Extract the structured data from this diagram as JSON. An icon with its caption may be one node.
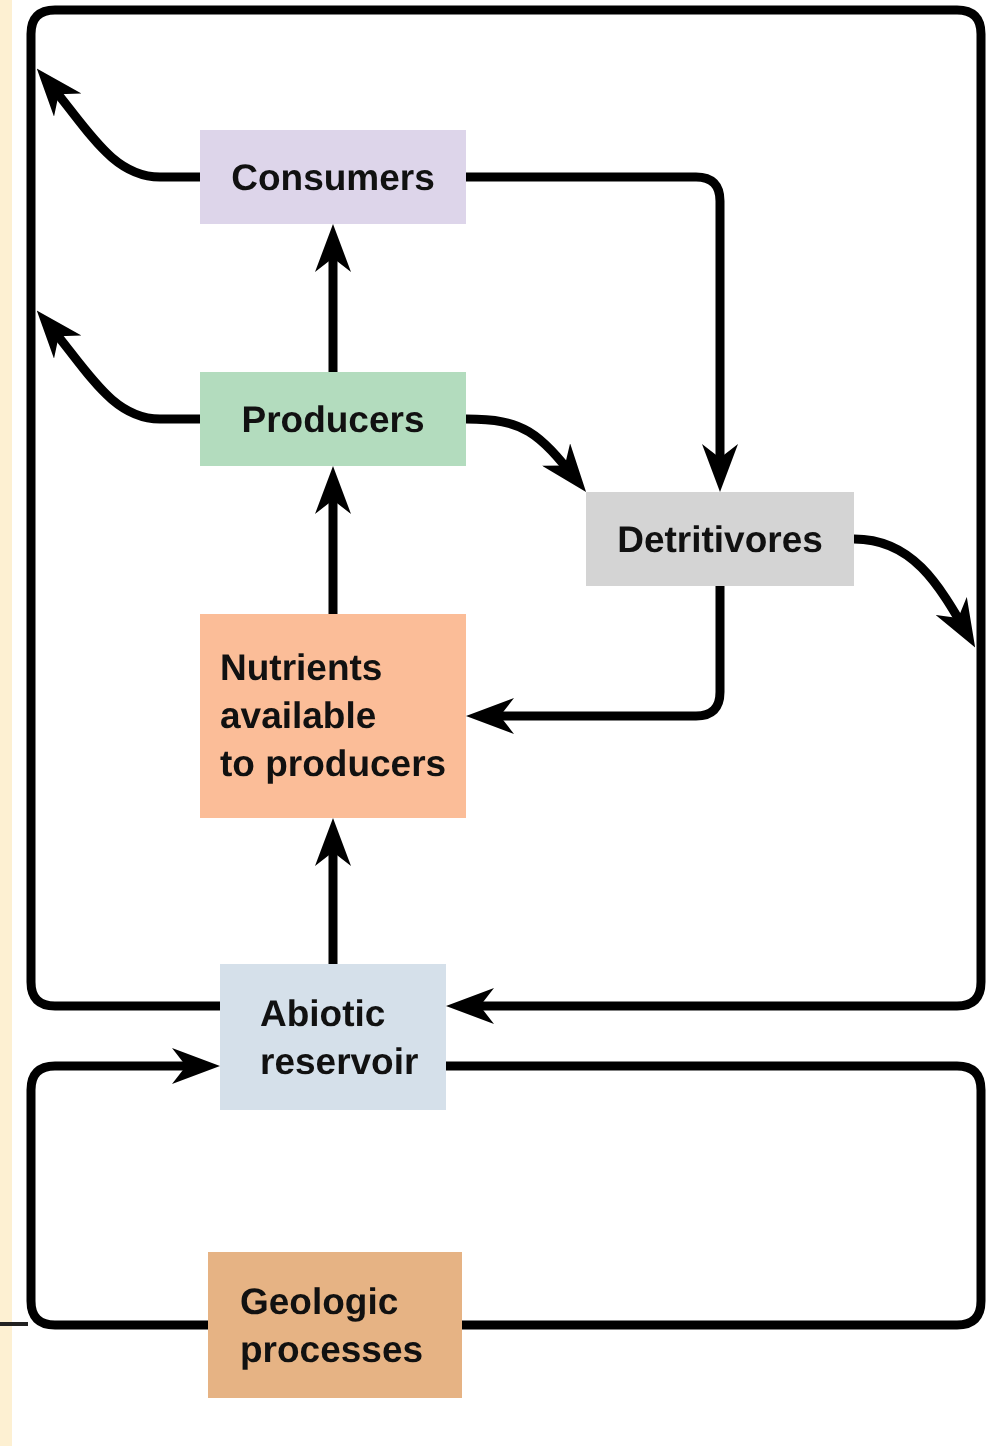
{
  "diagram": {
    "nodes": [
      {
        "text": [
          "Consumers"
        ]
      },
      {
        "text": [
          "Producers"
        ]
      },
      {
        "text": [
          "Detritivores"
        ]
      },
      {
        "text": [
          "Nutrients available to producers"
        ]
      },
      {
        "text": [
          "Abiotic reservoir"
        ]
      },
      {
        "text": [
          "Geologic processes"
        ]
      }
    ],
    "edges": [
      {
        "from": 1,
        "to": 0,
        "arrow": "to"
      },
      {
        "from": 0,
        "to": 2,
        "arrow": "to"
      },
      {
        "from": 1,
        "to": 2,
        "arrow": "to"
      },
      {
        "from": 2,
        "to": 3,
        "arrow": "to"
      },
      {
        "from": 3,
        "to": 1,
        "arrow": "to"
      },
      {
        "from": 4,
        "to": 3,
        "arrow": "to"
      },
      {
        "from": 0,
        "to": 4,
        "arrow": "to"
      },
      {
        "from": 1,
        "to": 4,
        "arrow": "to"
      },
      {
        "from": 2,
        "to": 4,
        "arrow": "to"
      },
      {
        "from": 4,
        "to": 4,
        "arrow": "to"
      },
      {
        "from": 4,
        "to": 5,
        "arrow": "none"
      },
      {
        "from": 5,
        "to": 4,
        "arrow": "to"
      }
    ]
  }
}
